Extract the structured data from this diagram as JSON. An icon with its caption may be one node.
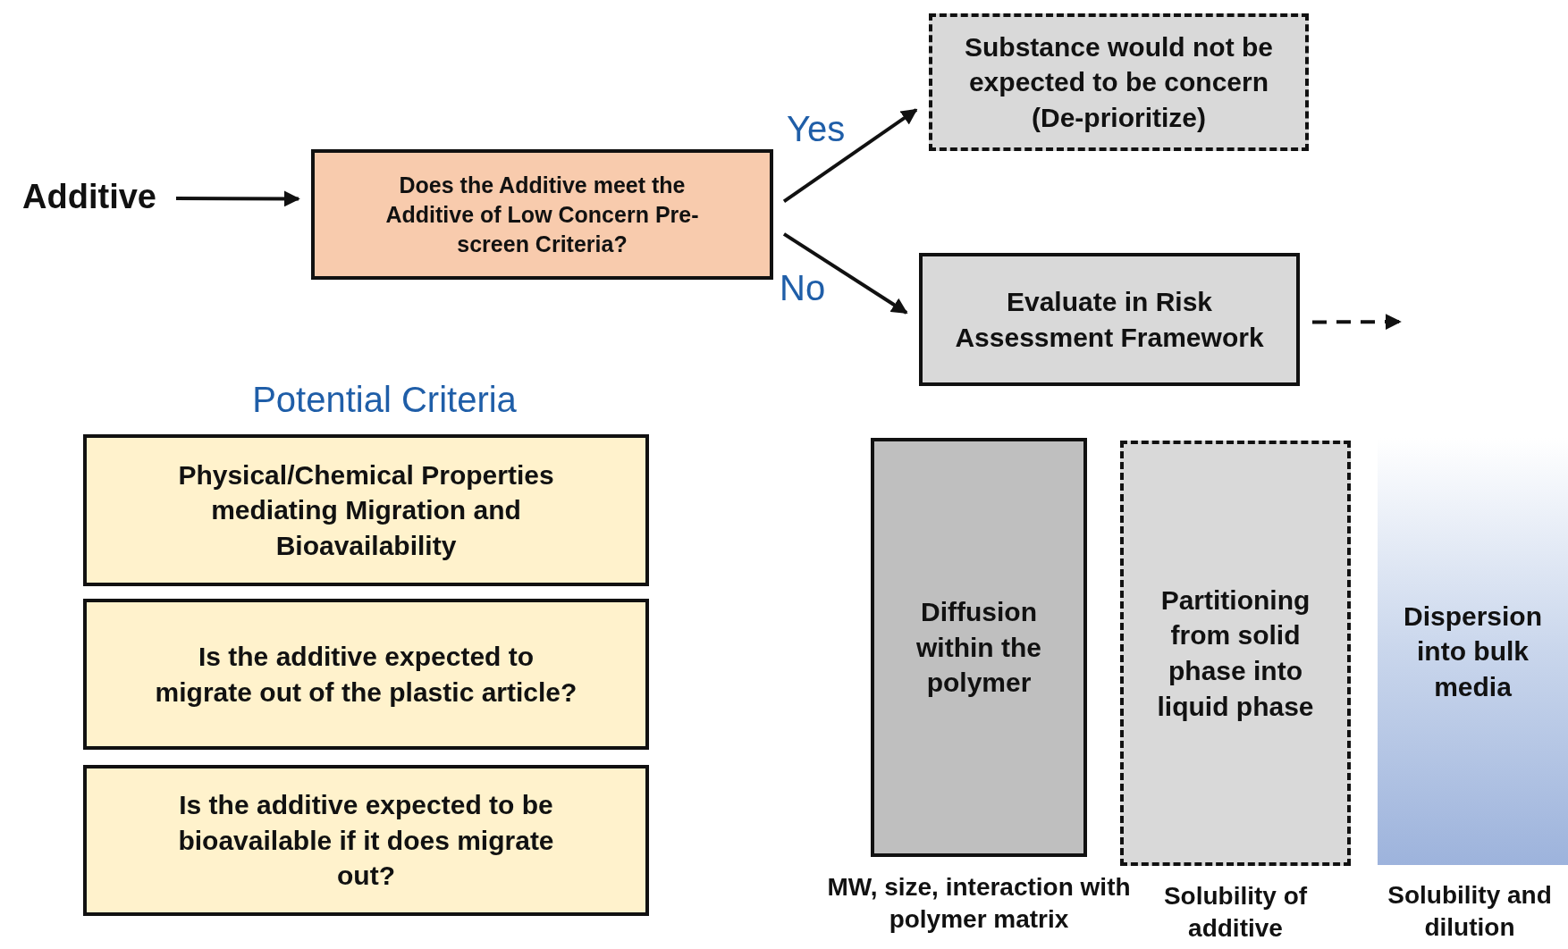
{
  "diagram": {
    "nodes": [
      {
        "text": [
          "Additive"
        ]
      },
      {
        "text": [
          "Does the Additive meet the Additive of Low Concern Pre-screen Criteria?"
        ]
      },
      {
        "text": [
          "Substance would not be expected to be concern (De-prioritize)"
        ]
      },
      {
        "text": [
          "Evaluate in Risk Assessment Framework"
        ]
      },
      {
        "text": [
          "Physical/Chemical Properties mediating Migration and Bioavailability"
        ]
      },
      {
        "text": [
          "Is the additive expected to migrate out of the plastic article?"
        ]
      },
      {
        "text": [
          "Is the additive expected to be bioavailable if it does migrate out?"
        ]
      },
      {
        "text": [
          "Diffusion within the polymer"
        ],
        "beside": [
          "MW, size, interaction with polymer matrix"
        ]
      },
      {
        "text": [
          "Partitioning from solid phase into liquid phase"
        ],
        "beside": [
          "Solubility of additive"
        ]
      },
      {
        "text": [
          "Dispersion into bulk media"
        ],
        "beside": [
          "Solubility and dilution"
        ]
      }
    ],
    "edges": [
      {
        "from": 0,
        "to": 1,
        "arrow": "to"
      },
      {
        "from": 1,
        "to": 2,
        "arrow": "to",
        "label": "Yes"
      },
      {
        "from": 1,
        "to": 3,
        "arrow": "to",
        "label": "No"
      },
      {
        "from": 3,
        "to": null,
        "arrow": "to",
        "style": "dashed"
      }
    ],
    "labels": [
      "Potential Criteria"
    ]
  }
}
